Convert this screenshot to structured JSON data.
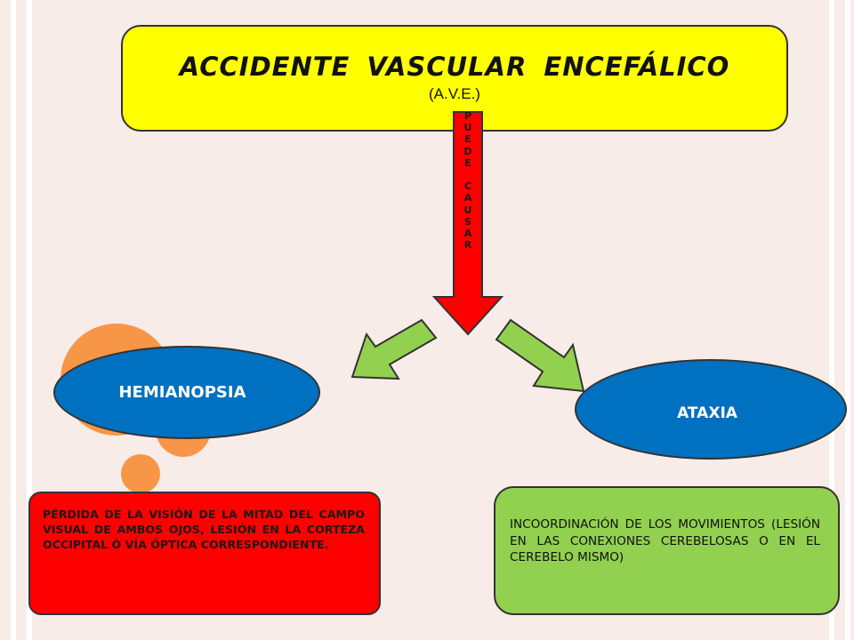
{
  "colors": {
    "background": "#f7ece8",
    "title_fill": "#ffff00",
    "arrow_red": "#ff0000",
    "arrow_green": "#92d050",
    "ellipse_blue": "#0070c0",
    "box_red": "#ff0000",
    "box_green": "#92d050",
    "decor_orange": "#f79646"
  },
  "title": {
    "main": "ACCIDENTE  VASCULAR  ENCEFÁLICO",
    "abbrev": "(A.V.E.)"
  },
  "connector": {
    "label": "PUEDE CAUSAR"
  },
  "nodes": {
    "left": {
      "label": "HEMIANOPSIA",
      "description": "PÉRDIDA DE LA VISIÓN DE LA MITAD DEL CAMPO VISUAL DE AMBOS OJOS, LESIÓN EN LA CORTEZA OCCIPITAL Ó VÍA ÓPTICA CORRESPONDIENTE."
    },
    "right": {
      "label": "ATAXIA",
      "description": "INCOORDINACIÓN DE LOS MOVIMIENTOS (LESIÓN EN LAS CONEXIONES CEREBELOSAS O EN EL CEREBELO MISMO)"
    }
  }
}
